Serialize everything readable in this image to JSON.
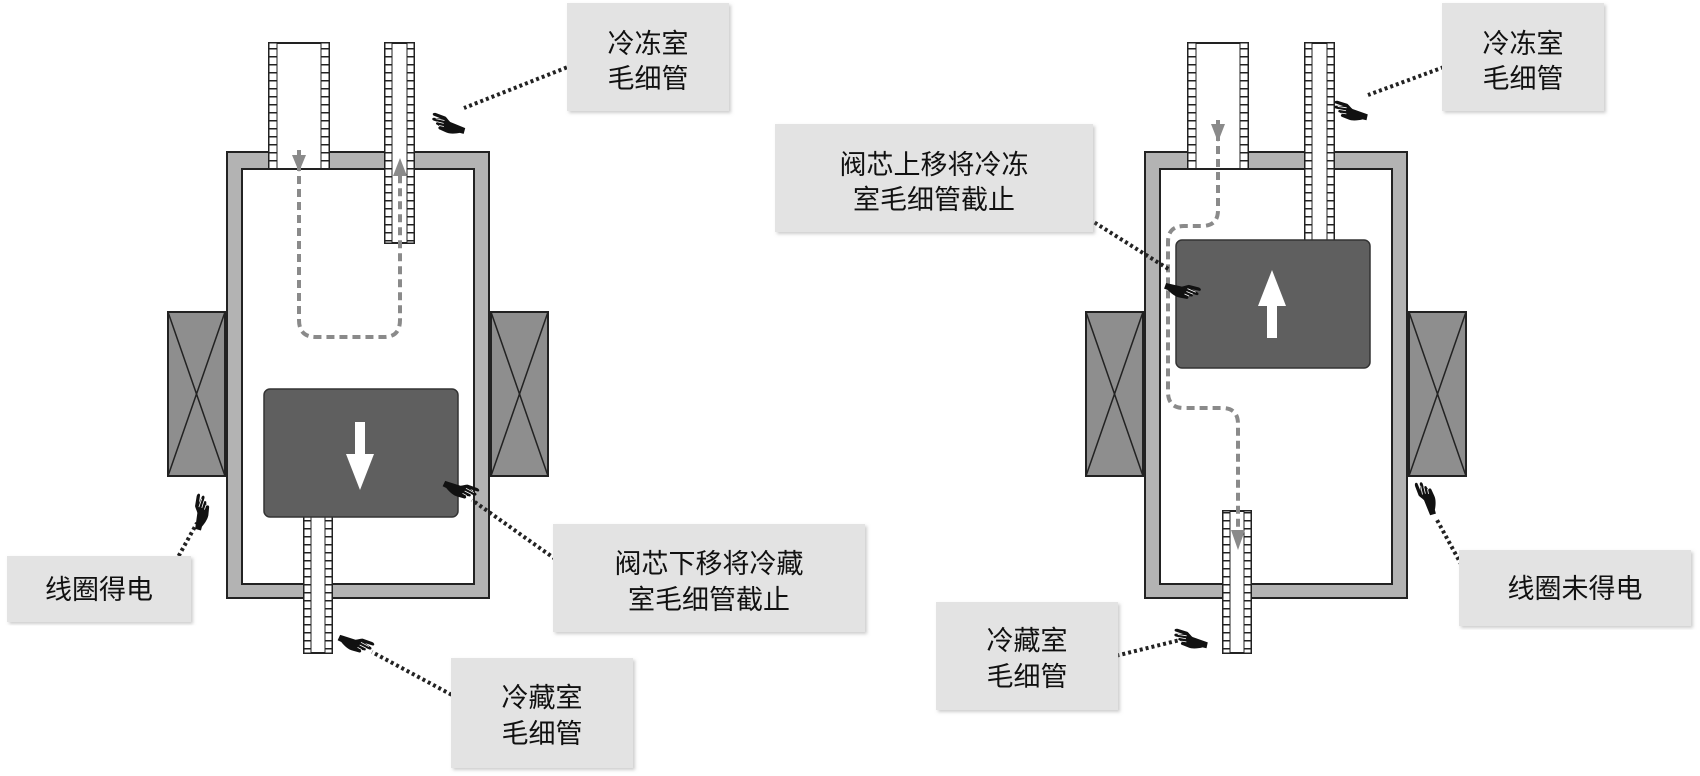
{
  "diagrams": [
    {
      "state": "energized",
      "labels": {
        "freezer_capillary": [
          "冷冻室",
          "毛细管"
        ],
        "coil_status": [
          "线圈得电"
        ],
        "core_action": [
          "阀芯下移将冷藏",
          "室毛细管截止"
        ],
        "fridge_capillary": [
          "冷藏室",
          "毛细管"
        ]
      }
    },
    {
      "state": "de-energized",
      "labels": {
        "freezer_capillary": [
          "冷冻室",
          "毛细管"
        ],
        "core_action": [
          "阀芯上移将冷冻",
          "室毛细管截止"
        ],
        "coil_status": [
          "线圈未得电"
        ],
        "fridge_capillary": [
          "冷藏室",
          "毛细管"
        ]
      }
    }
  ],
  "colors": {
    "label_box": "#e3e3e3",
    "valve_body": "#b3b3b3",
    "coil": "#8e8e8e",
    "core": "#5f5f5f",
    "flow_path": "#8a8a8a",
    "leader": "#222222"
  },
  "icons": [
    "pointing-hand-icon",
    "arrow-down-icon",
    "arrow-up-icon",
    "coil-cross-icon"
  ]
}
